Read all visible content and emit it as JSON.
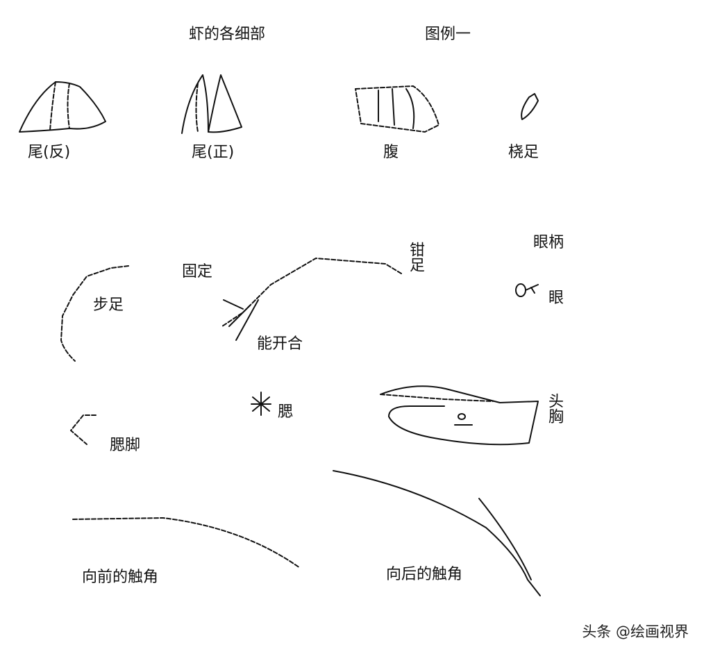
{
  "title": "虾的各细部",
  "subtitle": "图例一",
  "labels": {
    "tail_back": "尾(反)",
    "tail_front": "尾(正)",
    "abdomen": "腹",
    "swimmeret": "桡足",
    "walking_leg": "步足",
    "fixed": "固定",
    "claw_leg": "钳足",
    "opens_closes": "能开合",
    "eye_stalk": "眼柄",
    "eye": "眼",
    "gill": "腮",
    "cephalothorax": "头胸",
    "gill_leg": "腮脚",
    "forward_antenna": "向前的触角",
    "backward_antenna": "向后的触角"
  },
  "watermark": "头条 @绘画视界"
}
